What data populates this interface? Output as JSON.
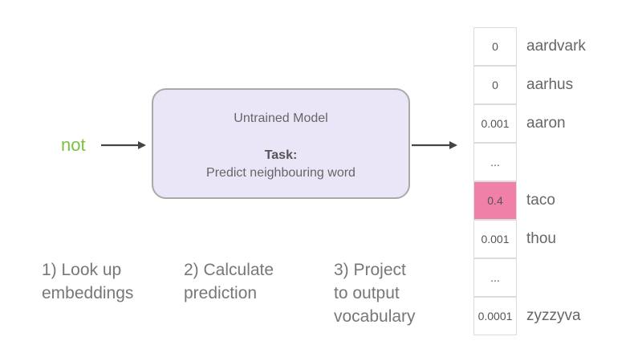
{
  "input": {
    "word": "not"
  },
  "model": {
    "title": "Untrained Model",
    "task_label": "Task:",
    "task_description": "Predict neighbouring word"
  },
  "steps": [
    {
      "text": "1) Look up\nembeddings"
    },
    {
      "text": "2) Calculate\nprediction"
    },
    {
      "text": "3) Project\nto output\nvocabulary"
    }
  ],
  "vocabulary": [
    {
      "value": "0",
      "word": "aardvark",
      "highlighted": false
    },
    {
      "value": "0",
      "word": "aarhus",
      "highlighted": false
    },
    {
      "value": "0.001",
      "word": "aaron",
      "highlighted": false
    },
    {
      "value": "...",
      "word": "",
      "highlighted": false
    },
    {
      "value": "0.4",
      "word": "taco",
      "highlighted": true
    },
    {
      "value": "0.001",
      "word": "thou",
      "highlighted": false
    },
    {
      "value": "...",
      "word": "",
      "highlighted": false
    },
    {
      "value": "0.0001",
      "word": "zyzzyva",
      "highlighted": false
    }
  ],
  "colors": {
    "input_word": "#7bc043",
    "model_fill": "#eae6f7",
    "model_border": "#a9a9a9",
    "highlight": "#f080a8",
    "arrow": "#444444"
  }
}
